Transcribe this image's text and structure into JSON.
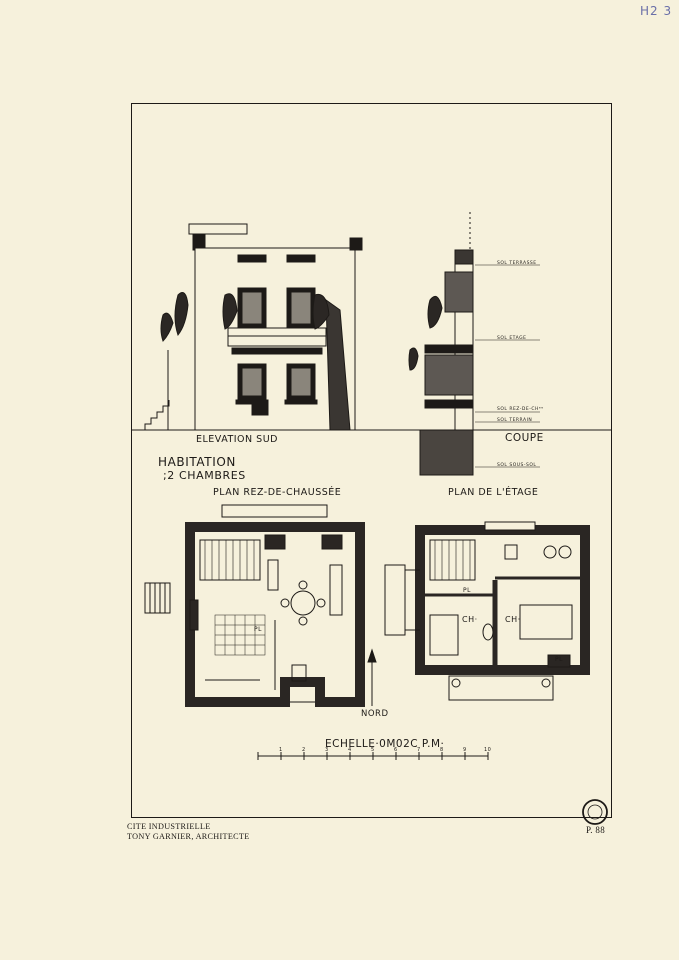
{
  "corner_ref": "H2 3",
  "labels": {
    "elevation": "ELEVATION SUD",
    "coupe": "COUPE",
    "title_line1": "HABITATION",
    "title_line2": ";2 CHAMBRES",
    "plan_ground": "PLAN REZ-DE-CHAUSSÉE",
    "plan_upper": "PLAN DE L'ÉTAGE",
    "nord": "NORD",
    "scale": "ECHELLE·0M02C P.M·"
  },
  "section_levels": [
    {
      "text": "SOL TERRASSE"
    },
    {
      "text": "SOL ETAGE"
    },
    {
      "text": "SOL REZ-DE-CHᵉᵉ"
    },
    {
      "text": "SOL TERRAIN"
    },
    {
      "text": "SOL SOUS-SOL"
    }
  ],
  "room_labels": {
    "ch1": "CH·",
    "ch2": "CH·",
    "pl1": "PL",
    "pl2": "PL",
    "pl3": "PL"
  },
  "scale_ticks": [
    "1",
    "2",
    "3",
    "4",
    "5",
    "6",
    "7",
    "8",
    "9",
    "10"
  ],
  "footer": {
    "line1": "CITE INDUSTRIELLE",
    "line2": "TONY GARNIER, ARCHITECTE",
    "plate": "P. 88"
  },
  "colors": {
    "paper": "#f6f1dc",
    "ink": "#1d1a17",
    "pencil_ref": "#6a6fa8"
  }
}
